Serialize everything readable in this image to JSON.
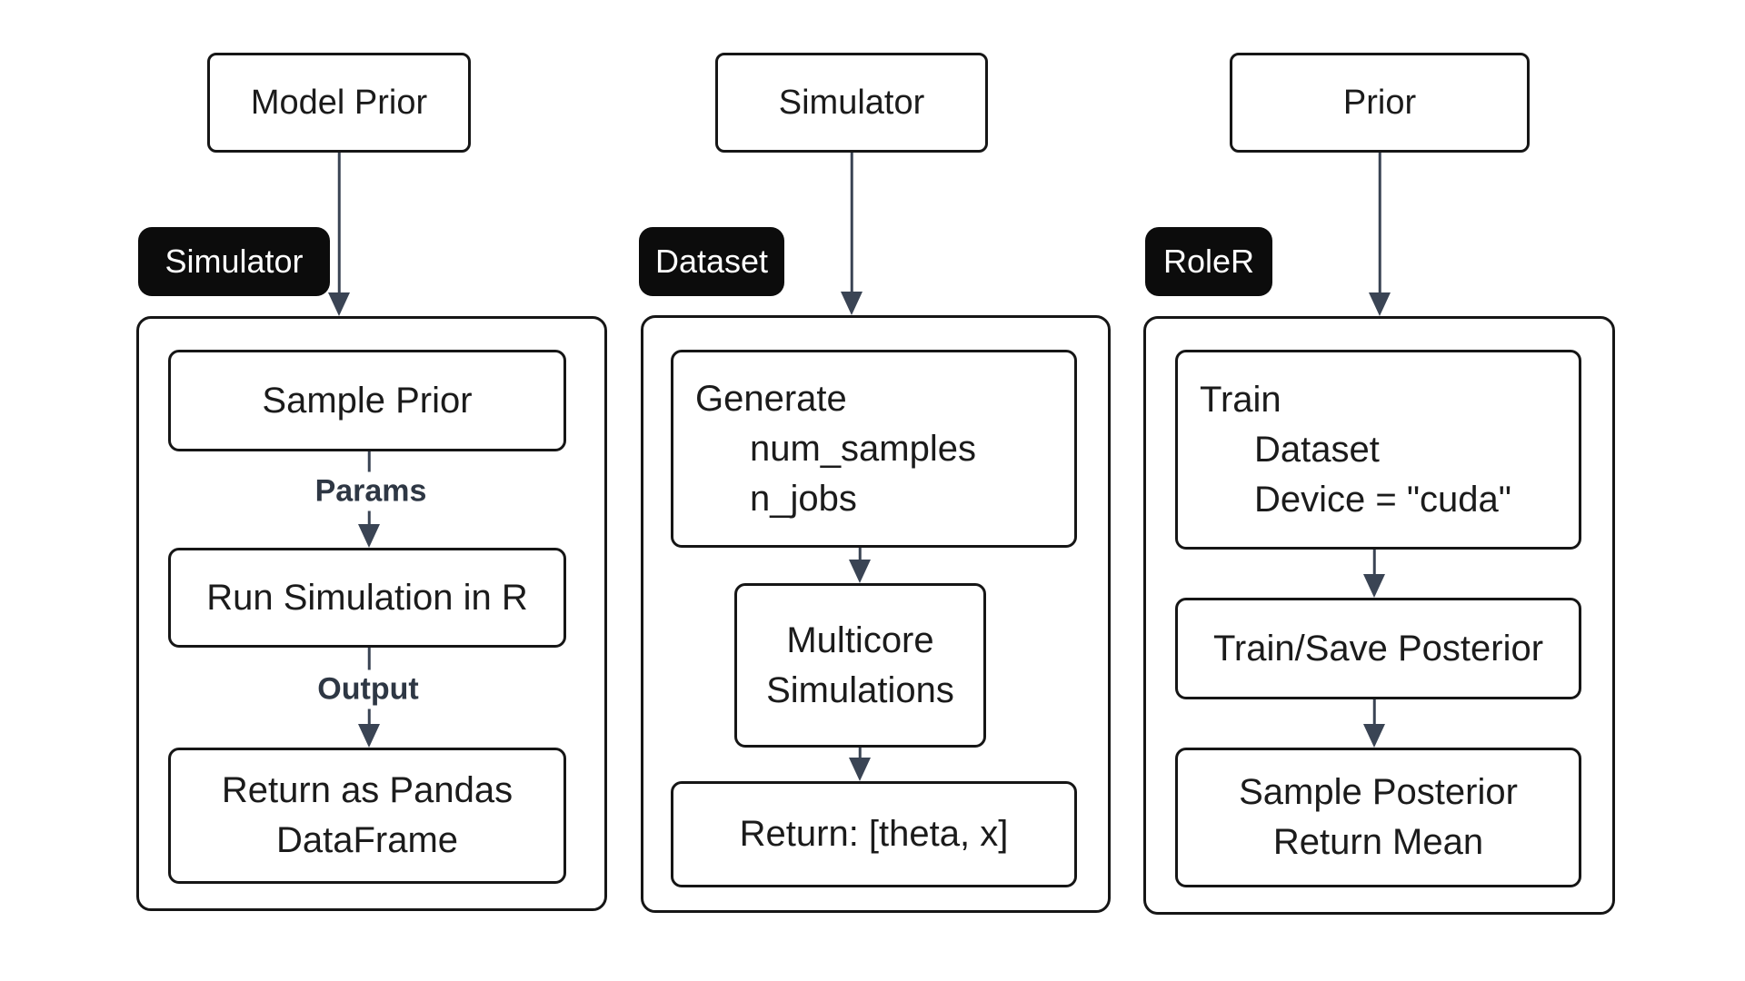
{
  "colors": {
    "background": "#ffffff",
    "box_border": "#161616",
    "box_fill": "#ffffff",
    "badge_background": "#0c0c0c",
    "badge_text": "#ffffff",
    "arrow": "#3a4454",
    "text": "#1b1b1b",
    "edge_label_text": "#2e3744"
  },
  "columns": [
    {
      "top_box": "Model Prior",
      "badge": "Simulator",
      "boxes": [
        {
          "lines": [
            "Sample Prior"
          ]
        },
        {
          "lines": [
            "Run Simulation in R"
          ]
        },
        {
          "lines": [
            "Return as Pandas",
            "DataFrame"
          ]
        }
      ],
      "edge_labels": [
        "Params",
        "Output"
      ]
    },
    {
      "top_box": "Simulator",
      "badge": "Dataset",
      "boxes": [
        {
          "lines": [
            "Generate",
            "num_samples",
            "n_jobs"
          ]
        },
        {
          "lines": [
            "Multicore",
            "Simulations"
          ]
        },
        {
          "lines": [
            "Return: [theta, x]"
          ]
        }
      ],
      "edge_labels": []
    },
    {
      "top_box": "Prior",
      "badge": "RoleR",
      "boxes": [
        {
          "lines": [
            "Train",
            "Dataset",
            "Device = \"cuda\""
          ]
        },
        {
          "lines": [
            "Train/Save Posterior"
          ]
        },
        {
          "lines": [
            "Sample Posterior",
            "Return Mean"
          ]
        }
      ],
      "edge_labels": []
    }
  ]
}
